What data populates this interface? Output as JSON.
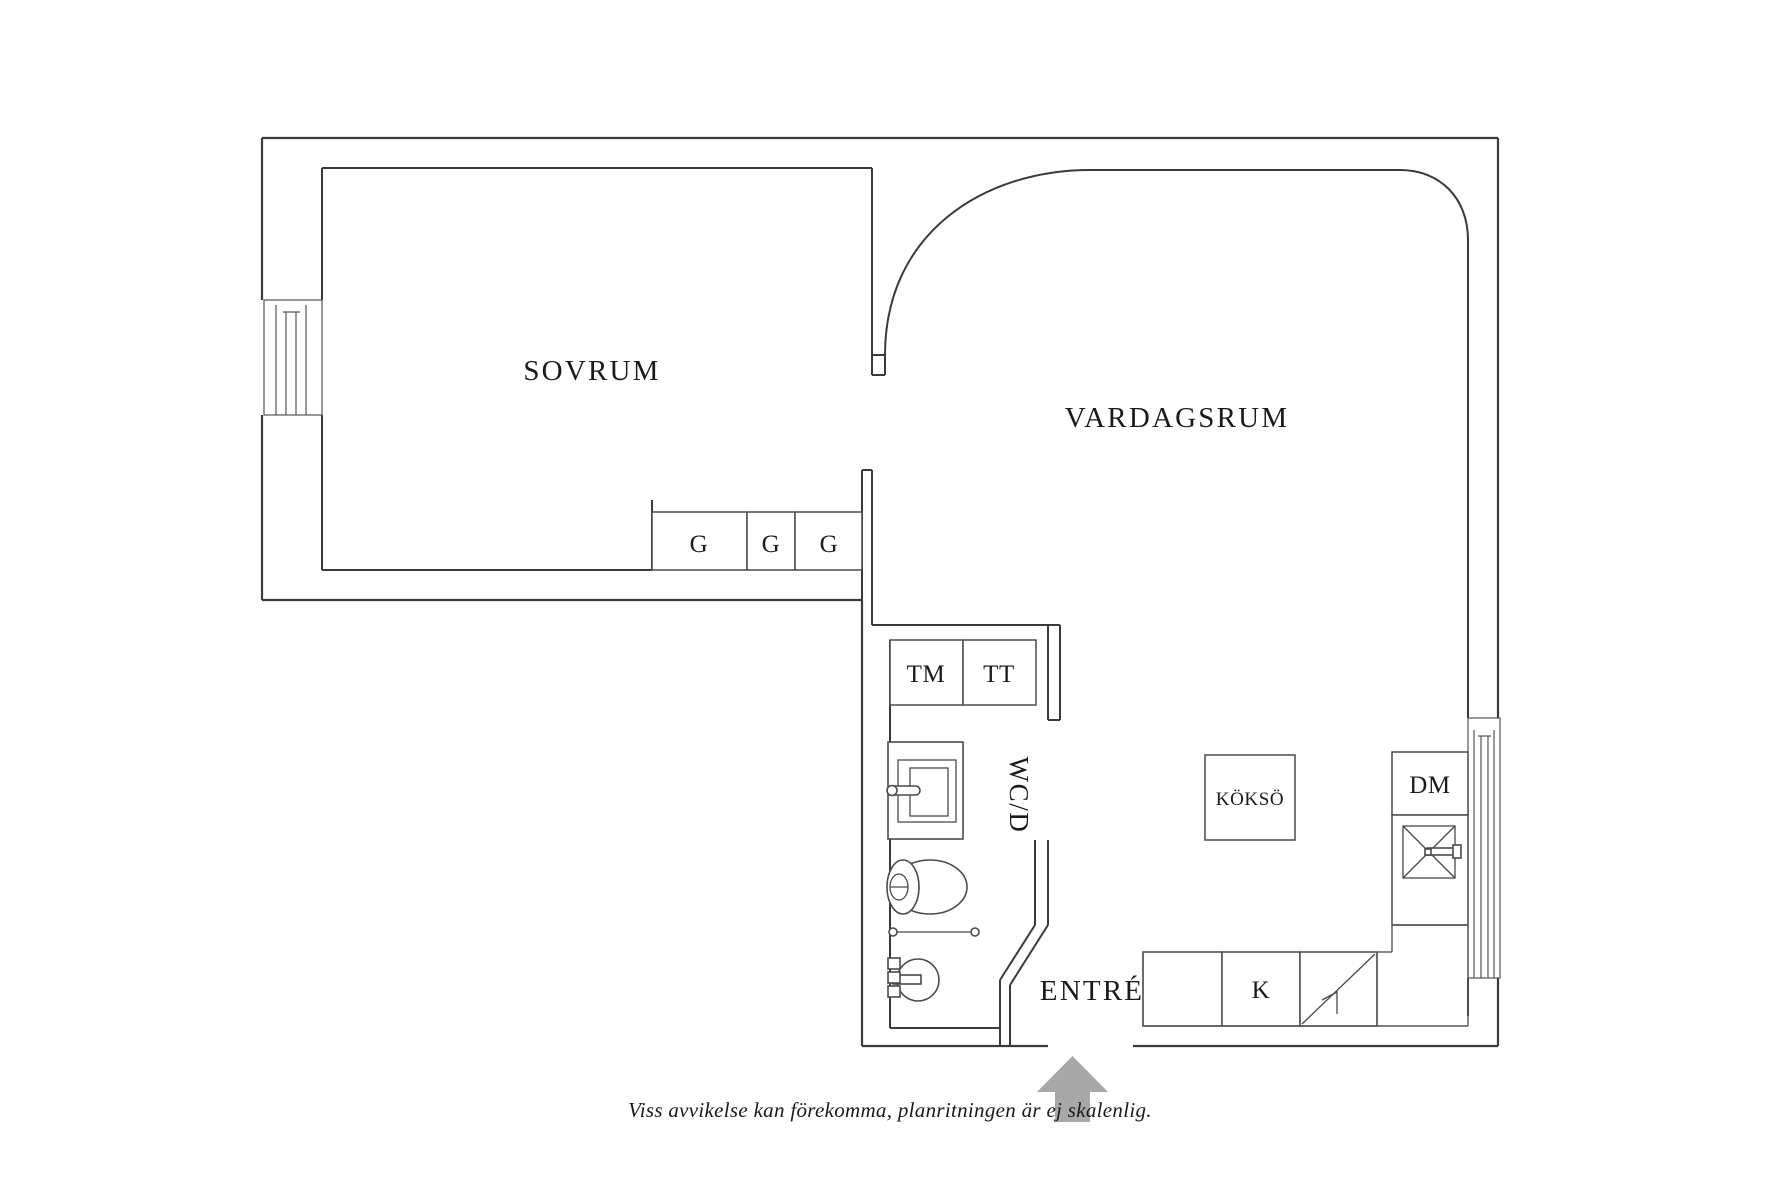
{
  "document": {
    "type": "floor-plan",
    "caption": "Viss avvikelse kan förekomma, planritningen är ej skalenlig."
  },
  "rooms": [
    {
      "id": "sovrum",
      "label": "SOVRUM"
    },
    {
      "id": "vardagsrum",
      "label": "VARDAGSRUM"
    },
    {
      "id": "wc-d",
      "label": "WC/D"
    },
    {
      "id": "entre",
      "label": "ENTRÉ"
    }
  ],
  "fixtures": {
    "wardrobe_1": "G",
    "wardrobe_2": "G",
    "wardrobe_3": "G",
    "washing_machine": "TM",
    "tumble_dryer": "TT",
    "kitchen_island": "KÖKSÖ",
    "dishwasher": "DM",
    "stove": "K"
  },
  "colors": {
    "wall": "#3a3a3a",
    "fixture_stroke": "#4a4a4a",
    "arrow": "#a8a8a8",
    "background": "#ffffff",
    "text": "#1a1a1a"
  }
}
